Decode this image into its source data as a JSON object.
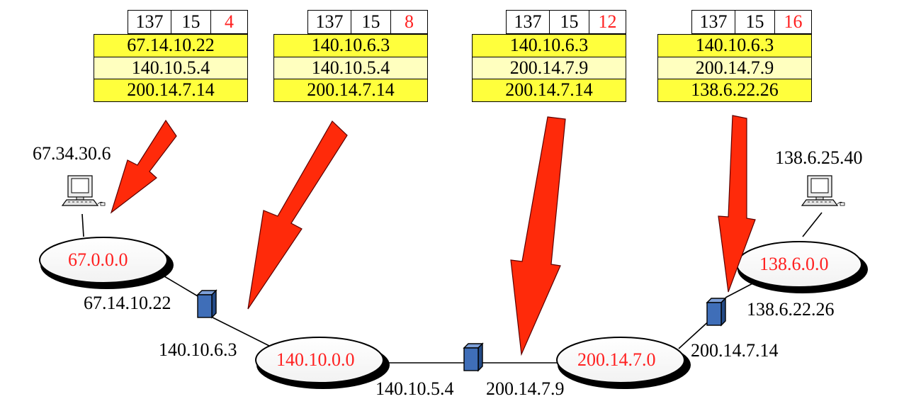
{
  "colors": {
    "highlight_text": "#ff2020",
    "arrow_fill": "#ff2a0a",
    "router_fill": "#3f6eb8",
    "packet_row_dark": "#ffff3c",
    "packet_row_light": "#ffffbf"
  },
  "packets": [
    {
      "header": [
        "137",
        "15",
        "4"
      ],
      "rows": [
        "67.14.10.22",
        "140.10.5.4",
        "200.14.7.14"
      ]
    },
    {
      "header": [
        "137",
        "15",
        "8"
      ],
      "rows": [
        "140.10.6.3",
        "140.10.5.4",
        "200.14.7.14"
      ]
    },
    {
      "header": [
        "137",
        "15",
        "12"
      ],
      "rows": [
        "140.10.6.3",
        "200.14.7.9",
        "200.14.7.14"
      ]
    },
    {
      "header": [
        "137",
        "15",
        "16"
      ],
      "rows": [
        "140.10.6.3",
        "200.14.7.9",
        "138.6.22.26"
      ]
    }
  ],
  "networks": [
    "67.0.0.0",
    "140.10.0.0",
    "200.14.7.0",
    "138.6.0.0"
  ],
  "hosts": {
    "left": "67.34.30.6",
    "right": "138.6.25.40"
  },
  "interfaces": [
    "67.14.10.22",
    "140.10.6.3",
    "140.10.5.4",
    "200.14.7.9",
    "200.14.7.14",
    "138.6.22.26"
  ],
  "icons": {
    "host": "computer-icon",
    "router": "router-icon",
    "arrow": "arrow-icon"
  }
}
